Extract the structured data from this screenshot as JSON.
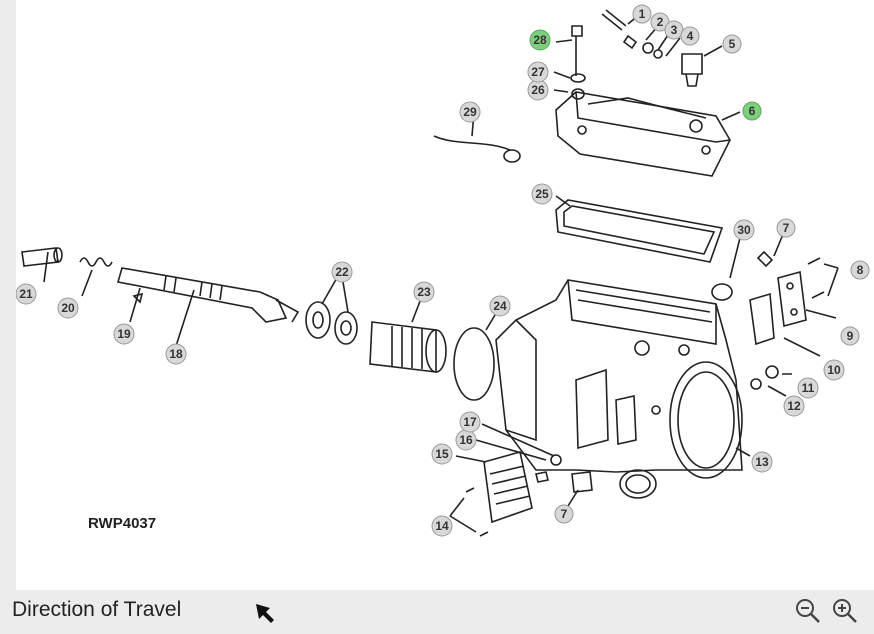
{
  "diagram": {
    "figure_id": "RWP4037",
    "callouts": [
      {
        "id": "c1",
        "label": "1"
      },
      {
        "id": "c2",
        "label": "2"
      },
      {
        "id": "c3",
        "label": "3"
      },
      {
        "id": "c4",
        "label": "4"
      },
      {
        "id": "c5",
        "label": "5"
      },
      {
        "id": "c6",
        "label": "6",
        "highlighted": true
      },
      {
        "id": "c7a",
        "label": "7"
      },
      {
        "id": "c7b",
        "label": "7"
      },
      {
        "id": "c8",
        "label": "8"
      },
      {
        "id": "c9",
        "label": "9"
      },
      {
        "id": "c10",
        "label": "10"
      },
      {
        "id": "c11",
        "label": "11"
      },
      {
        "id": "c12",
        "label": "12"
      },
      {
        "id": "c13",
        "label": "13"
      },
      {
        "id": "c14",
        "label": "14"
      },
      {
        "id": "c15",
        "label": "15"
      },
      {
        "id": "c16",
        "label": "16"
      },
      {
        "id": "c17",
        "label": "17"
      },
      {
        "id": "c18",
        "label": "18"
      },
      {
        "id": "c19",
        "label": "19"
      },
      {
        "id": "c20",
        "label": "20"
      },
      {
        "id": "c21",
        "label": "21"
      },
      {
        "id": "c22",
        "label": "22"
      },
      {
        "id": "c23",
        "label": "23"
      },
      {
        "id": "c24",
        "label": "24"
      },
      {
        "id": "c25",
        "label": "25"
      },
      {
        "id": "c26",
        "label": "26"
      },
      {
        "id": "c27",
        "label": "27"
      },
      {
        "id": "c28",
        "label": "28",
        "highlighted": true
      },
      {
        "id": "c29",
        "label": "29"
      },
      {
        "id": "c30",
        "label": "30"
      }
    ],
    "highlight_color": "#7ccf7c"
  },
  "footer": {
    "direction_label": "Direction of Travel",
    "zoom_out_icon": "zoom-out-icon",
    "zoom_in_icon": "zoom-in-icon"
  }
}
